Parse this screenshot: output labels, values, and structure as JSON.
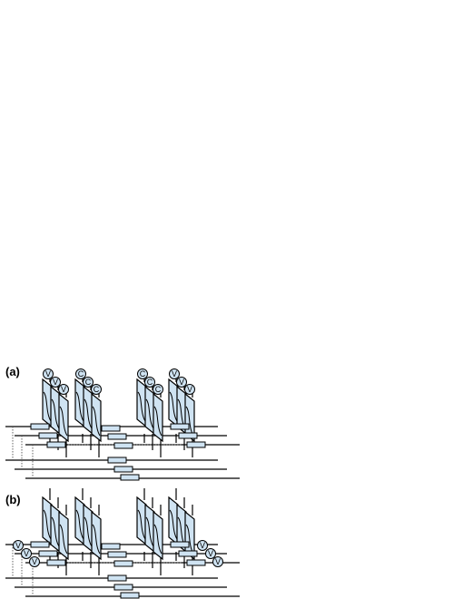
{
  "panels": [
    {
      "label": "(a)",
      "module_labels": [
        [
          "V",
          "V",
          "V"
        ],
        [
          "C",
          "C",
          "C"
        ],
        [
          "C",
          "C",
          "C"
        ],
        [
          "V",
          "V",
          "V"
        ]
      ],
      "side_labels": []
    },
    {
      "label": "(b)",
      "module_labels": [],
      "side_labels": [
        [
          "V",
          "V",
          "V"
        ],
        [
          "V",
          "V",
          "V"
        ]
      ]
    }
  ],
  "colors": {
    "line": "#000000",
    "fill": "#cfe3f2",
    "dotted": "#555555"
  }
}
